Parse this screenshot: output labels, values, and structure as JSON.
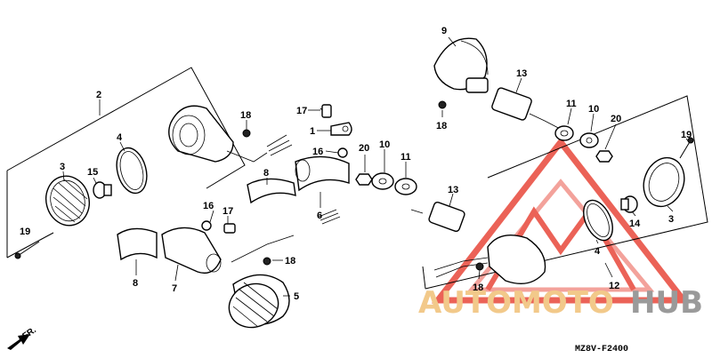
{
  "callouts": {
    "c2": "2",
    "c4a": "4",
    "c3a": "3",
    "c15": "15",
    "c19a": "19",
    "c18a": "18",
    "c17a": "17",
    "c1": "1",
    "c16a": "16",
    "c8a": "8",
    "c6": "6",
    "c16b": "16",
    "c17b": "17",
    "c18b": "18",
    "c8b": "8",
    "c7": "7",
    "c5": "5",
    "c9": "9",
    "c13a": "13",
    "c18c": "18",
    "c11a": "11",
    "c10a": "10",
    "c20a": "20",
    "c20b": "20",
    "c10b": "10",
    "c11b": "11",
    "c13b": "13",
    "c19b": "19",
    "c14": "14",
    "c3b": "3",
    "c4b": "4",
    "c12": "12",
    "c18d": "18"
  },
  "diagram_code": "MZ8V-F2400",
  "direction_label": "FR.",
  "watermark": {
    "part1": "AUTOMOTO",
    "part2": "HUB",
    "accent": "#e8473a",
    "gold": "#f2c98a",
    "grey": "#9a9a9a"
  }
}
